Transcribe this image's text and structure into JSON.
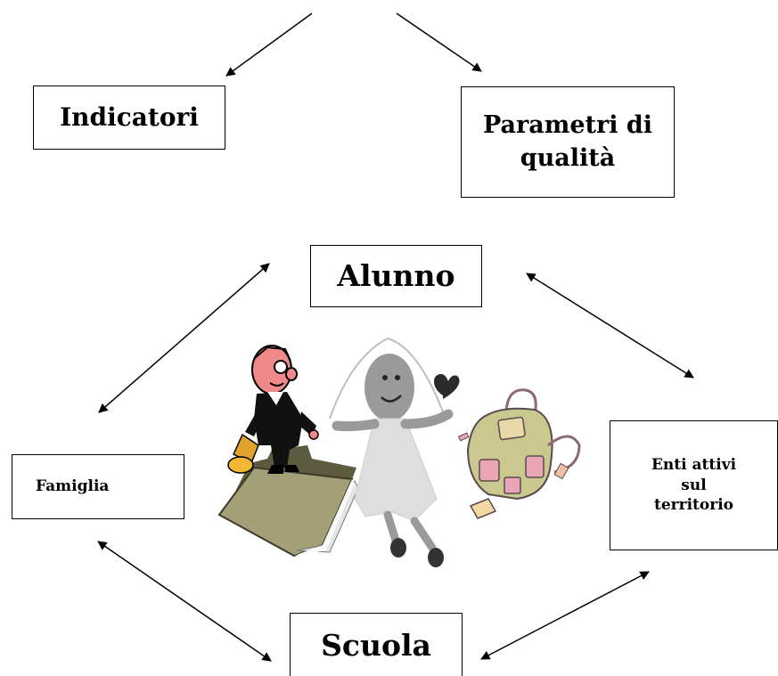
{
  "diagram": {
    "nodes": {
      "indicatori": "Indicatori",
      "parametri_line1": "Parametri di",
      "parametri_line2": "qualità",
      "alunno": "Alunno",
      "famiglia": "Famiglia",
      "enti_line1": "Enti attivi",
      "enti_line2": "sul",
      "enti_line3": "territorio",
      "scuola": "Scuola"
    },
    "illustrations": [
      "teacher-clipart",
      "student-clipart",
      "backpack-clipart",
      "folder-clipart"
    ],
    "colors": {
      "stroke": "#000000",
      "folder": "#a39f78",
      "student": "#9a9a9a",
      "backpack": "#c9c98f",
      "teacher_skin": "#f08a8a"
    }
  }
}
